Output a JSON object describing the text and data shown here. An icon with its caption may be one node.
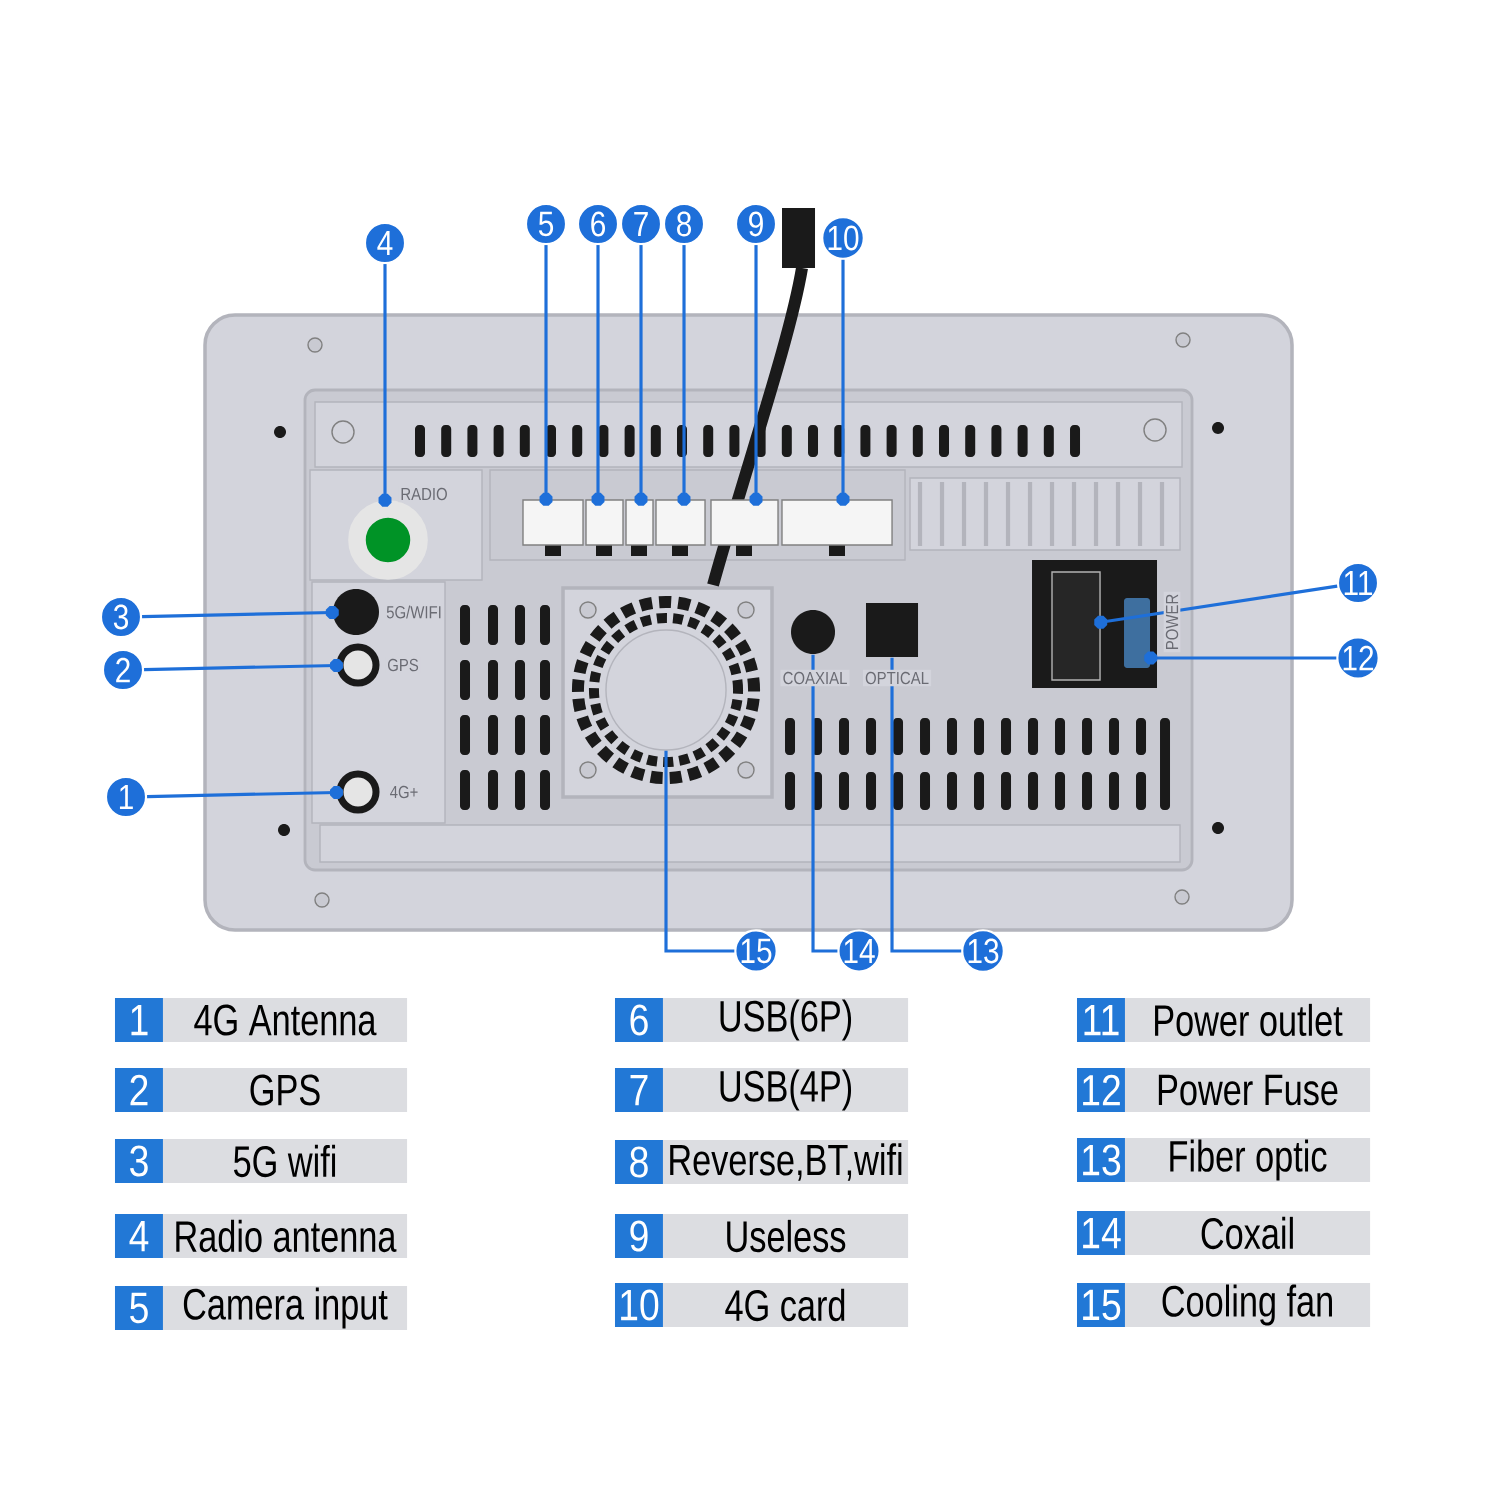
{
  "diagram": {
    "nodes": [
      {
        "text": [
          "1"
        ]
      },
      {
        "text": [
          "2"
        ]
      },
      {
        "text": [
          "3"
        ]
      },
      {
        "text": [
          "4"
        ]
      },
      {
        "text": [
          "5"
        ]
      },
      {
        "text": [
          "6"
        ]
      },
      {
        "text": [
          "7"
        ]
      },
      {
        "text": [
          "8"
        ]
      },
      {
        "text": [
          "9"
        ]
      },
      {
        "text": [
          "10"
        ]
      },
      {
        "text": [
          "11"
        ]
      },
      {
        "text": [
          "12"
        ]
      },
      {
        "text": [
          "13"
        ]
      },
      {
        "text": [
          "14"
        ]
      },
      {
        "text": [
          "15"
        ]
      },
      {
        "text": [],
        "shape": "box"
      },
      {
        "text": [],
        "shape": "box"
      },
      {
        "text": [],
        "shape": "box"
      },
      {
        "text": [],
        "shape": "box"
      },
      {
        "text": [],
        "shape": "box"
      },
      {
        "text": [],
        "shape": "box"
      },
      {
        "text": [],
        "shape": "circle",
        "beside": [
          "RADIO"
        ]
      },
      {
        "text": [],
        "shape": "box"
      },
      {
        "text": [],
        "shape": "circle",
        "beside": [
          "5G/WIFI"
        ]
      },
      {
        "text": [],
        "shape": "box",
        "beside": [
          "POWER"
        ]
      },
      {
        "text": [],
        "shape": "box",
        "beside": [
          "OPTICAL"
        ]
      },
      {
        "text": [],
        "shape": "circle",
        "beside": [
          "COAXIAL"
        ]
      },
      {
        "text": [],
        "shape": "circle",
        "beside": [
          "GPS"
        ]
      },
      {
        "text": [],
        "shape": "circle"
      },
      {
        "text": [],
        "shape": "circle",
        "beside": [
          "4G+"
        ]
      }
    ],
    "edges": [
      {
        "from": 0,
        "to": 29,
        "arrow": "other"
      },
      {
        "from": 1,
        "to": 27,
        "arrow": "other"
      },
      {
        "from": 2,
        "to": 23,
        "arrow": "other"
      },
      {
        "from": 3,
        "to": 21,
        "arrow": "other"
      },
      {
        "from": 4,
        "to": 15,
        "arrow": "other"
      },
      {
        "from": 5,
        "to": 16,
        "arrow": "other"
      },
      {
        "from": 6,
        "to": 17,
        "arrow": "other"
      },
      {
        "from": 7,
        "to": 18,
        "arrow": "other"
      },
      {
        "from": 8,
        "to": 19,
        "arrow": "other"
      },
      {
        "from": 9,
        "to": 20,
        "arrow": "other"
      },
      {
        "from": 10,
        "to": 22,
        "arrow": "other"
      },
      {
        "from": 11,
        "to": 24,
        "arrow": "other"
      },
      {
        "from": 12,
        "to": 25,
        "arrow": "none"
      },
      {
        "from": 13,
        "to": 26,
        "arrow": "none"
      },
      {
        "from": 14,
        "to": 28,
        "arrow": "none"
      }
    ],
    "labels": [
      "1",
      "4G Antenna",
      "6",
      "USB(6P)",
      "11",
      "Power outlet",
      "2",
      "GPS",
      "7",
      "USB(4P)",
      "12",
      "Power Fuse",
      "3",
      "5G  wifi",
      "8",
      "Reverse,BT,wifi",
      "13",
      "Fiber optic",
      "4",
      "Radio antenna",
      "9",
      "Useless",
      "14",
      "Coxail",
      "5",
      "Camera input",
      "10",
      "4G  card",
      "15",
      "Cooling fan"
    ]
  }
}
